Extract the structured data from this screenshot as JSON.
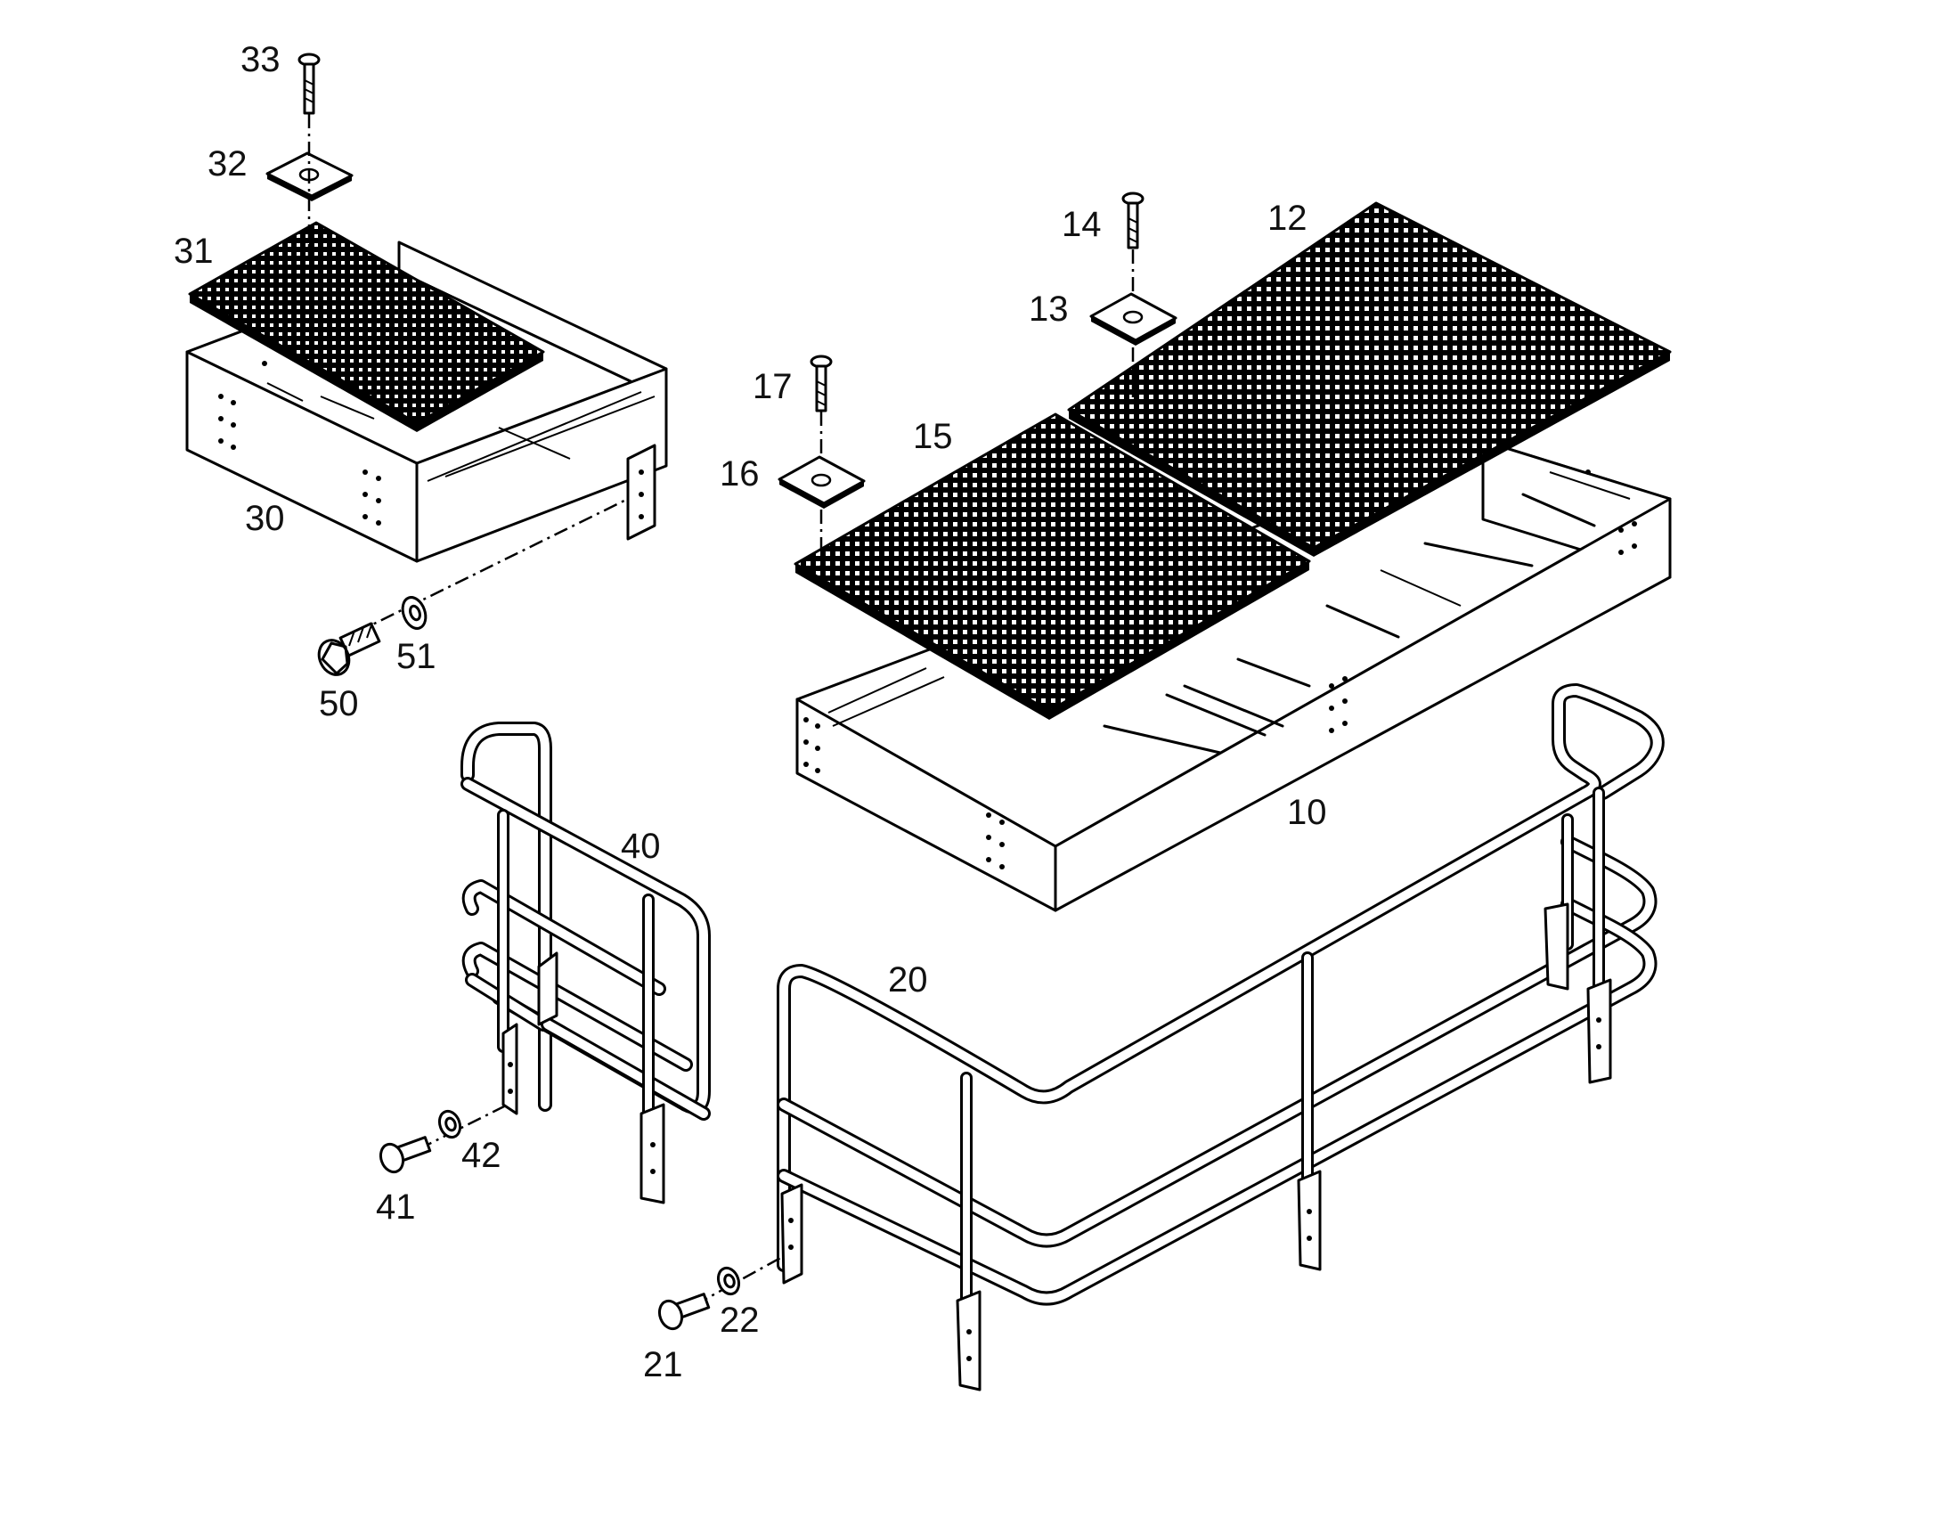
{
  "diagram": {
    "part_numbers": {
      "p10": "10",
      "p12": "12",
      "p13": "13",
      "p14": "14",
      "p15": "15",
      "p16": "16",
      "p17": "17",
      "p20": "20",
      "p21": "21",
      "p22": "22",
      "p30": "30",
      "p31": "31",
      "p32": "32",
      "p33": "33",
      "p40": "40",
      "p41": "41",
      "p42": "42",
      "p50": "50",
      "p51": "51"
    },
    "colors": {
      "ink": "#000000",
      "paper": "#ffffff"
    },
    "icons": {
      "grating": "grating-icon",
      "bolt": "bolt-icon",
      "washer": "washer-icon",
      "clamp": "clamp-plate-icon",
      "railing": "railing-icon",
      "frame": "platform-frame-icon"
    }
  }
}
